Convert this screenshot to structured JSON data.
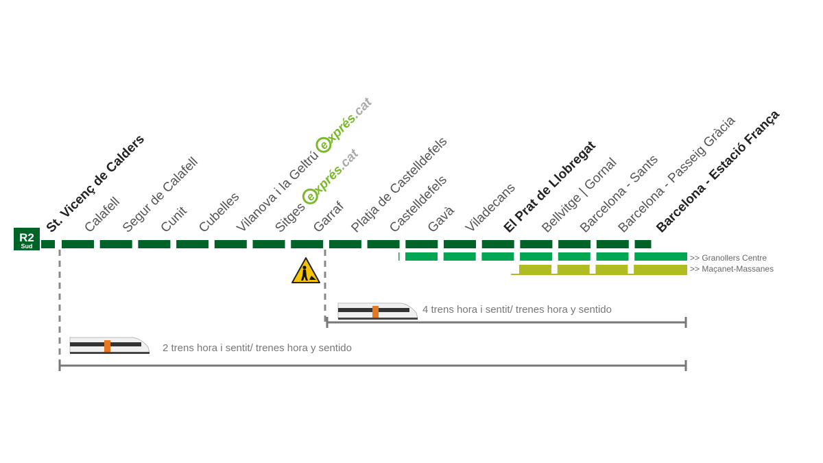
{
  "line": {
    "code": "R2",
    "subtitle": "Sud",
    "color": "#006428"
  },
  "stations": [
    {
      "name": "St. Vicenç de Calders",
      "bold": true
    },
    {
      "name": "Calafell",
      "bold": false
    },
    {
      "name": "Segur de Calafell",
      "bold": false
    },
    {
      "name": "Cunit",
      "bold": false
    },
    {
      "name": "Cubelles",
      "bold": false
    },
    {
      "name": "Vilanova i la Geltrú",
      "bold": false,
      "expres": true
    },
    {
      "name": "Sitges",
      "bold": false,
      "expres": true
    },
    {
      "name": "Garraf",
      "bold": false
    },
    {
      "name": "Platja de Castelldefels",
      "bold": false
    },
    {
      "name": "Castelldefels",
      "bold": false
    },
    {
      "name": "Gavà",
      "bold": false
    },
    {
      "name": "Viladecans",
      "bold": false
    },
    {
      "name": "El Prat de Llobregat",
      "bold": true
    },
    {
      "name": "Bellvitge | Gornal",
      "bold": false
    },
    {
      "name": "Barcelona - Sants",
      "bold": false
    },
    {
      "name": "Barcelona - Passeig Gràcia",
      "bold": false
    },
    {
      "name": "Barcelona - Estació França",
      "bold": true
    }
  ],
  "expres_logo": {
    "main": "xprés",
    "suffix": ".cat",
    "color": "#7ab929"
  },
  "branches": [
    {
      "label": ">> Granollers Centre",
      "color": "#00a651"
    },
    {
      "label": ">> Maçanet-Massanes",
      "color": "#afbd22"
    }
  ],
  "frequencies": [
    {
      "label": "4 trens hora i sentit/ trenes  hora y sentido"
    },
    {
      "label": "2 trens hora i sentit/ trenes hora y sentido"
    }
  ],
  "icons": {
    "works": "roadworks-warning-icon",
    "train": "train-icon"
  }
}
